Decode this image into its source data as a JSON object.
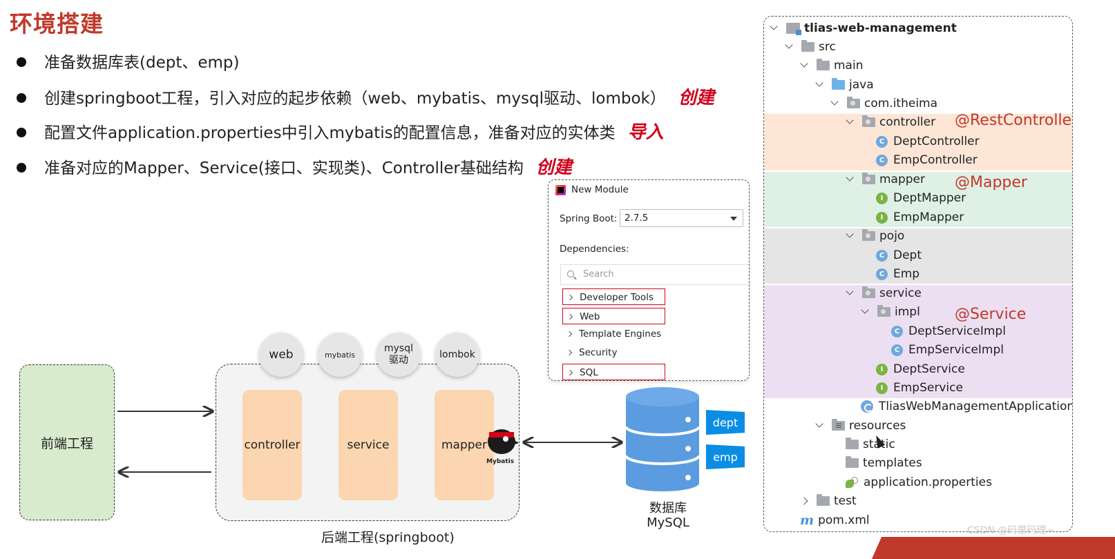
{
  "title": "环境搭建",
  "bullets": [
    {
      "text": "准备数据库表(dept、emp)",
      "note": ""
    },
    {
      "text": "创建springboot工程，引入对应的起步依赖（web、mybatis、mysql驱动、lombok）",
      "note": "创建"
    },
    {
      "text": "配置文件application.properties中引入mybatis的配置信息，准备对应的实体类",
      "note": "导入"
    },
    {
      "text": "准备对应的Mapper、Service(接口、实现类)、Controller基础结构",
      "note": "创建"
    }
  ],
  "diagram": {
    "frontend": "前端工程",
    "backend_label": "后端工程(springboot)",
    "dependencies": [
      "web",
      "mybatis",
      "mysql\n驱动",
      "lombok"
    ],
    "layers": [
      "controller",
      "service",
      "mapper"
    ],
    "mybatis_logo_text": "Mybatis",
    "database_label": "数据库\nMySQL",
    "tables": [
      "dept",
      "emp"
    ]
  },
  "dialog": {
    "title": "New Module",
    "spring_boot_label": "Spring Boot:",
    "spring_boot_version": "2.7.5",
    "dependencies_label": "Dependencies:",
    "search_placeholder": "Search",
    "items": [
      "Developer Tools",
      "Web",
      "Template Engines",
      "Security",
      "SQL"
    ],
    "highlighted": [
      "Developer Tools",
      "Web",
      "SQL"
    ]
  },
  "tree": {
    "project": "tlias-web-management",
    "src": "src",
    "main": "main",
    "java": "java",
    "package": "com.itheima",
    "controller": "controller",
    "controller_classes": [
      "DeptController",
      "EmpController"
    ],
    "mapper": "mapper",
    "mapper_classes": [
      "DeptMapper",
      "EmpMapper"
    ],
    "pojo": "pojo",
    "pojo_classes": [
      "Dept",
      "Emp"
    ],
    "service": "service",
    "impl": "impl",
    "impl_classes": [
      "DeptServiceImpl",
      "EmpServiceImpl"
    ],
    "service_interfaces": [
      "DeptService",
      "EmpService"
    ],
    "application": "TliasWebManagementApplication",
    "resources": "resources",
    "static": "static",
    "templates": "templates",
    "properties": "application.properties",
    "test": "test",
    "pom": "pom.xml"
  },
  "annotations": {
    "controller": "@RestController",
    "mapper": "@Mapper",
    "service": "@Service"
  },
  "bands": {
    "controller": "#fde6d6",
    "mapper": "#dff0e4",
    "pojo": "#e5e5e5",
    "service": "#ecdff2"
  },
  "watermark": "CSDN @码里码理~"
}
